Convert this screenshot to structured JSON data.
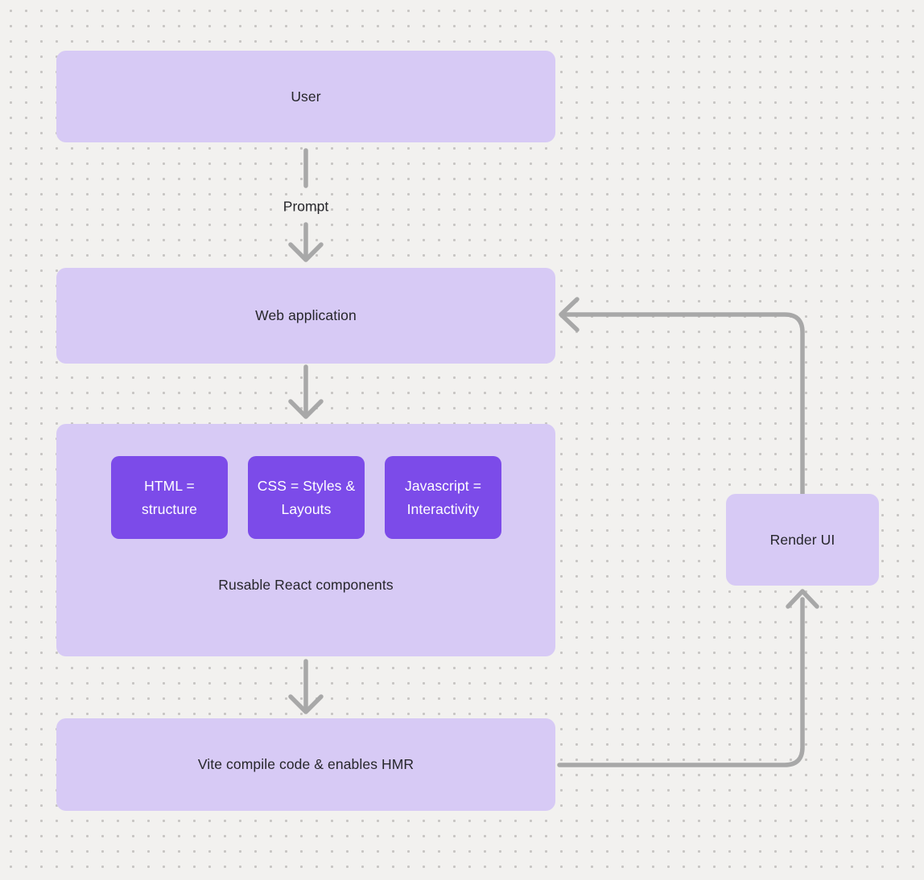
{
  "diagram": {
    "title": "",
    "nodes": {
      "user": {
        "label": "User"
      },
      "web_application": {
        "label": "Web application"
      },
      "components_group": {
        "caption": "Rusable React components",
        "children": [
          {
            "label": "HTML = structure"
          },
          {
            "label": "CSS = Styles & Layouts"
          },
          {
            "label": "Javascript = Interactivity"
          }
        ]
      },
      "vite": {
        "label": "Vite compile code & enables HMR"
      },
      "render_ui": {
        "label": "Render UI"
      }
    },
    "edges": [
      {
        "from": "user",
        "to": "web_application",
        "label": "Prompt"
      },
      {
        "from": "web_application",
        "to": "components_group",
        "label": ""
      },
      {
        "from": "components_group",
        "to": "vite",
        "label": ""
      },
      {
        "from": "vite",
        "to": "render_ui",
        "label": ""
      },
      {
        "from": "render_ui",
        "to": "web_application",
        "label": ""
      }
    ],
    "colors": {
      "background": "#f2f1ef",
      "grid_dot": "#c7c5c3",
      "node_fill_light": "#d7caf5",
      "node_fill_dark": "#7c4be9",
      "text_dark": "#26262b",
      "text_light": "#ffffff",
      "arrow": "#a8a8a8"
    }
  }
}
